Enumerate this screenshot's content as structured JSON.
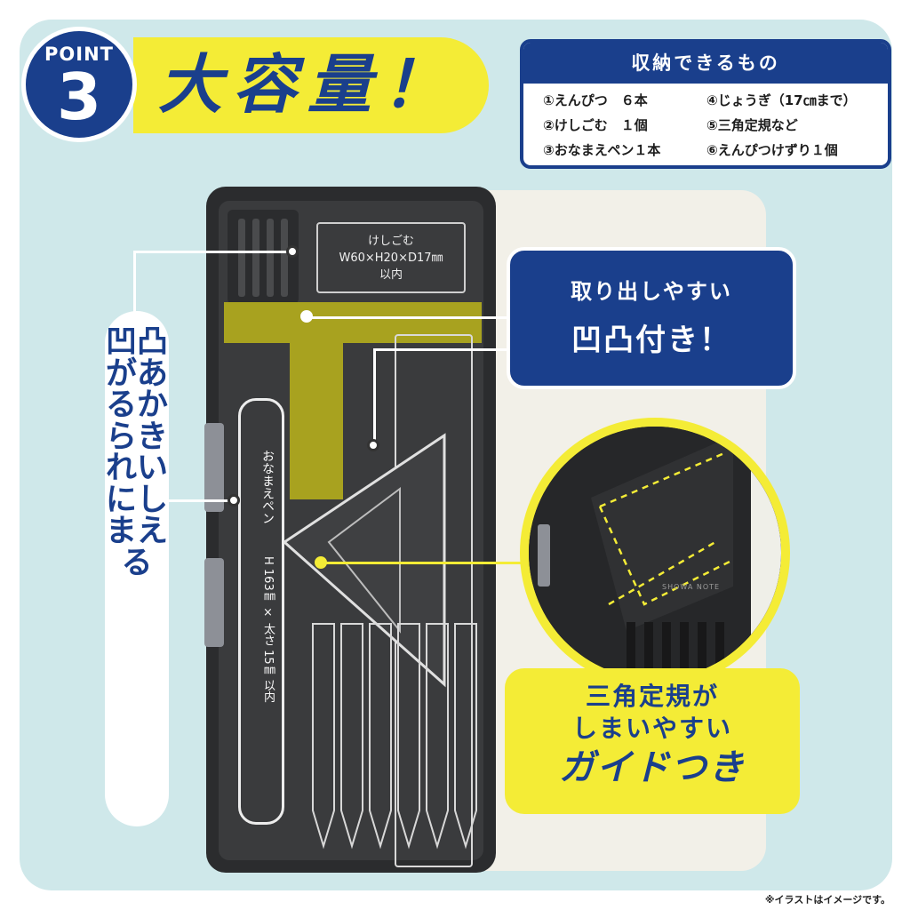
{
  "point": {
    "label": "POINT",
    "number": "3"
  },
  "title": "大容量！",
  "storage": {
    "heading": "収納できるもの",
    "items": [
      "①えんぴつ　６本",
      "②けしごむ　１個",
      "③おなまえペン１本",
      "④じょうぎ（17㎝まで）",
      "⑤三角定規など",
      "⑥えんぴつけずり１個"
    ]
  },
  "eraser_box": {
    "line1": "けしごむ",
    "line2": "W60×H20×D17㎜",
    "line3": "以内"
  },
  "pen_box": {
    "name": "おなまえペン",
    "size": "H 163㎜ × 太さ 15㎜ 以内"
  },
  "vertical_banner": "凹凸があるからきれいにしまえる",
  "callout_blue": {
    "line1": "取り出しやすい",
    "line2": "凹凸付き！"
  },
  "callout_yellow": {
    "line1": "三角定規が",
    "line2": "しまいやすい",
    "line3": "ガイドつき"
  },
  "zoom_brand": "SHOWA NOTE",
  "footnote": "※イラストはイメージです。",
  "colors": {
    "navy": "#1a3f8c",
    "yellow": "#f4ec36",
    "olive": "#a8a21f",
    "panel": "#cfe8ea",
    "case": "#2b2c2e"
  }
}
